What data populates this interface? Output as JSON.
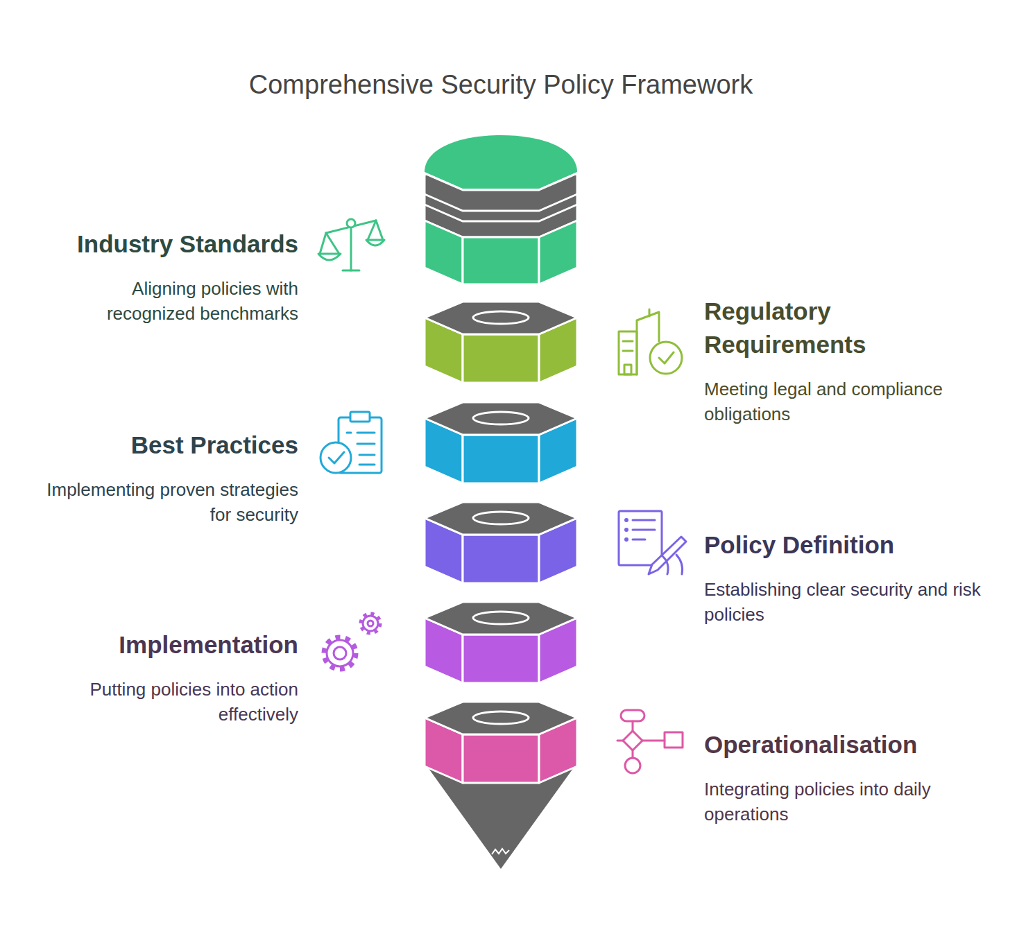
{
  "diagram": {
    "title": "Comprehensive Security Policy Framework",
    "nodes": [
      {
        "text": [
          "Industry Standards",
          "Aligning policies with recognized benchmarks"
        ]
      },
      {
        "text": [
          "Regulatory Requirements",
          "Meeting legal and compliance obligations"
        ]
      },
      {
        "text": [
          "Best Practices",
          "Implementing proven strategies for security"
        ]
      },
      {
        "text": [
          "Policy Definition",
          "Establishing clear security and risk policies"
        ]
      },
      {
        "text": [
          "Implementation",
          "Putting policies into action effectively"
        ]
      },
      {
        "text": [
          "Operationalisation",
          "Integrating policies into daily operations"
        ]
      }
    ]
  }
}
